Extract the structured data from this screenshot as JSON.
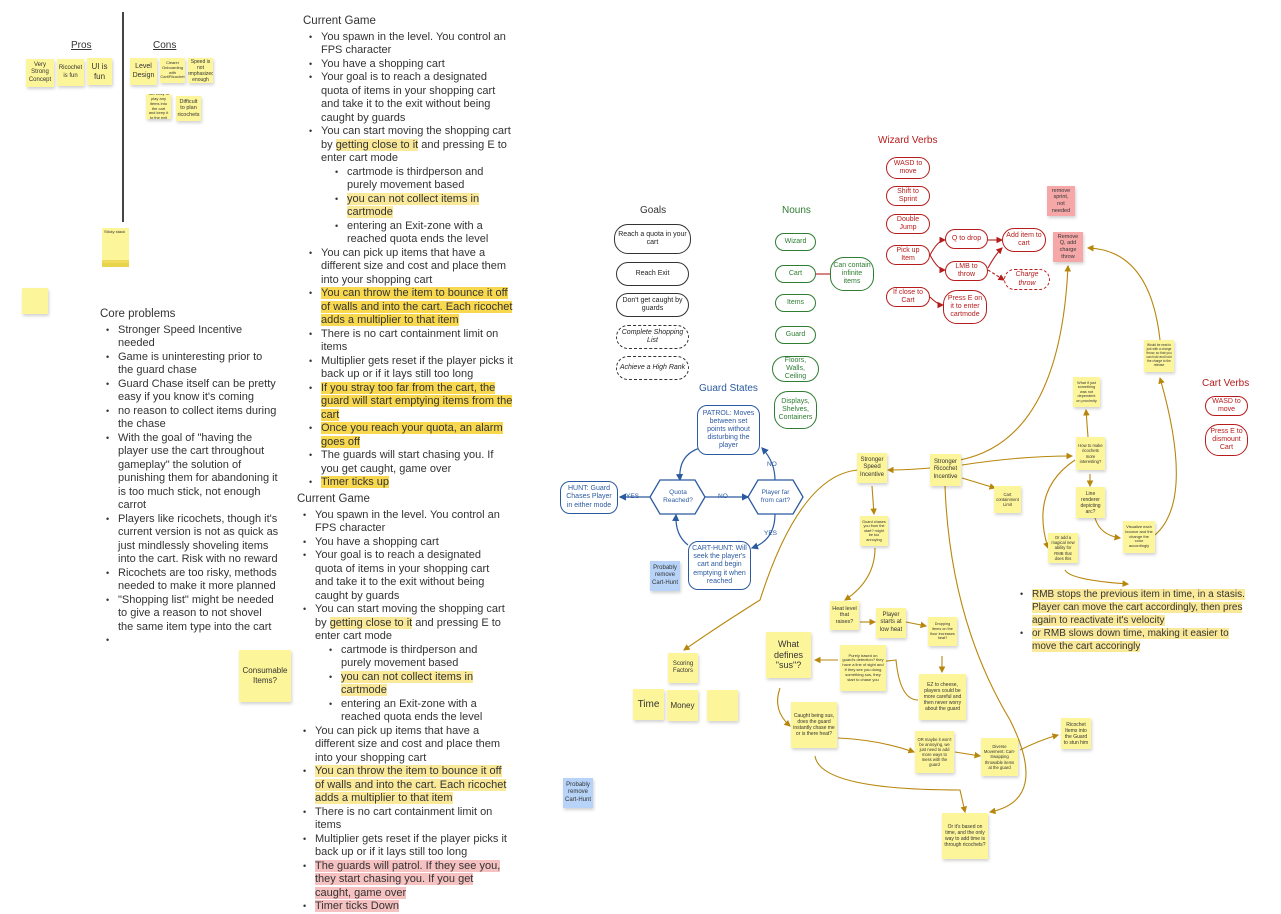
{
  "pros_label": "Pros",
  "cons_label": "Cons",
  "pros": [
    "Very Strong Concept",
    "Ricochet is fun",
    "UI is fun"
  ],
  "cons": [
    "Level Design",
    "Clearer Onboarding with Cart/Ricochet",
    "Speed is not emphasized enough",
    "Too Easy to play any items into the cart and keep it to the exit",
    "Difficult to plan ricochets"
  ],
  "sticky_stack": "Sticky stack",
  "core": {
    "title": "Core problems",
    "items": [
      "Stronger Speed Incentive needed",
      "Game is uninteresting prior to the guard chase",
      "Guard Chase itself can be pretty easy if you know it's coming",
      "no reason to collect items during the chase",
      "With the goal of \"having the player use the cart throughout gameplay\" the solution of punishing them for abandoning it is too much stick, not enough carrot",
      "Players like ricochets, though it's current version is not as quick as just mindlessly shoveling items into the cart. Risk with no reward",
      "Ricochets are too risky, methods needed to make it more planned",
      "\"Shopping list\" might be needed to give a reason to not shovel the same item type into the cart",
      ""
    ]
  },
  "consumable": "Consumable Items?",
  "game1": {
    "title": "Current Game",
    "i1": "You spawn in the level. You control an FPS character",
    "i2": "You have a shopping cart",
    "i3": "Your goal is to reach a designated quota of items in your shopping cart and take it to the exit without being caught by guards",
    "i4a": "You can start moving the shopping cart by ",
    "i4b": "getting close to it",
    "i4c": " and pressing E to enter cart mode",
    "s1": "cartmode is thirdperson and purely movement based",
    "s2": "you can not collect items in cartmode",
    "s3": "entering an Exit-zone with a reached quota ends the level",
    "i5": "You can pick up items that have a different size and cost and place them into your shopping cart",
    "i6": "You can throw the item to bounce it off of walls and into the cart. Each ricochet adds a multiplier to that item",
    "i7": "There is no cart containment limit on items",
    "i8": "Multiplier gets reset if the player picks it back up or if it lays still too long",
    "i9": "If you stray too far from the cart, the guard will start emptying items from the cart",
    "i10": "Once you reach your quota, an alarm goes off",
    "i11": "The guards will start chasing you. If you get caught, game over",
    "i12": "Timer ticks up"
  },
  "game2": {
    "title": "Current Game",
    "i1": "You spawn in the level. You control an FPS character",
    "i2": "You have a shopping cart",
    "i3": "Your goal is to reach a designated quota of items in your shopping cart and take it to the exit without being caught by guards",
    "i4a": "You can start moving the shopping cart by ",
    "i4b": "getting close to it",
    "i4c": " and pressing E to enter cart mode",
    "s1": "cartmode is thirdperson and purely movement based",
    "s2": "you can not collect items in cartmode",
    "s3": "entering an Exit-zone with a reached quota ends the level",
    "i5": "You can pick up items that have a different size and cost and place them into your shopping cart",
    "i6": "You can throw the item to bounce it off of walls and into the cart. Each ricochet adds a multiplier to that item",
    "i7": "There is no cart containment limit on items",
    "i8": "Multiplier gets reset if the player picks it back up or if it lays still too long",
    "i9": "The guards will patrol. If they see you, they start chasing you. If you get caught, game over",
    "i10": "Timer ticks Down"
  },
  "goals": {
    "title": "Goals",
    "items": [
      "Reach a quota in your cart",
      "Reach Exit",
      "Don't get caught by guards",
      "Complete Shopping List",
      "Achieve a High Rank"
    ]
  },
  "nouns": {
    "title": "Nouns",
    "items": [
      "Wizard",
      "Cart",
      "Items",
      "Guard",
      "Floors, Walls, Ceiling",
      "Displays, Shelves, Containers"
    ],
    "cart_note": "Can contain infinite items"
  },
  "wizard": {
    "title": "Wizard Verbs",
    "items": [
      "WASD to move",
      "Shift to Sprint",
      "Double Jump",
      "Pick up Item",
      "If close to Cart"
    ],
    "q_drop": "Q to drop",
    "lmb": "LMB to throw",
    "add_item": "Add item to cart",
    "charge": "Charge throw",
    "press_e": "Press E on it to enter cartmode",
    "remove_sprint": "remove sprint, not needed",
    "remove_q": "Remove Q, add charge throw"
  },
  "cart_verbs": {
    "title": "Cart Verbs",
    "items": [
      "WASD to move",
      "Press E to dismount Cart"
    ]
  },
  "guard": {
    "title": "Guard States",
    "patrol": "PATROL: Moves between set points without disturbing the player",
    "quota": "Quota Reached?",
    "far": "Player far from cart?",
    "hunt": "HUNT: Guard Chases Player in either mode",
    "cart_hunt": "CART-HUNT: Will seek the player's cart and begin emptying it when reached",
    "yes": "YES",
    "no": "NO",
    "remove1": "Probably remove Cart-Hunt",
    "remove2": "Probably remove Cart-Hunt"
  },
  "mind": {
    "speed": "Stronger Speed Incentive",
    "ricochet": "Stronger Ricochet Incentive",
    "guard_chases": "Guard chases you from the start? might be too annoying",
    "heat": "Heat level that raises?",
    "low_heat": "Player starts at low heat",
    "dropping": "Dropping items on the floor increases heat?",
    "ez": "EZ to cheese, players could be more careful and then never worry about the guard",
    "purely": "Purely based on guard's detection? they have a line of sight and if they see you doing something sus, they start to chase you",
    "sus": "What defines \"sus\"?",
    "caught": "Caught being sus, does the guard instantly chase me or is there heat?",
    "maybe": "OR maybe it won't be annoying, we just need to add more ways to mess with the guard",
    "diverse": "Diverse Movement: Cart-Swapping throwable items at the guard",
    "ricochet_guard": "Ricochet Items into the Guard to stun him",
    "time_based": "Or it's based on time, and the only way to add time is through ricochets?",
    "scoring": "Scoring Factors",
    "time": "Time",
    "money": "Money",
    "limit": "Cart containment Limit",
    "what_if": "What if just something was not dependent on proximity",
    "how_make": "How to make ricochets more interesting?",
    "line_renderer": "Line renderer depicting arc?",
    "visualize": "Visualize each bounce and the change the color accordingly",
    "magical": "Or add a magical new ability for RMB that does this",
    "would_be_neat": "Would be neat to just with a charge throw, so that you can hold and hold the charge to the release"
  },
  "rmb": [
    "RMB stops the previous item in time, in a stasis. Player can move the cart accordingly, then pres again to reactivate it's velocity",
    "or RMB slows down time, making it easier to move the cart accoringly"
  ]
}
